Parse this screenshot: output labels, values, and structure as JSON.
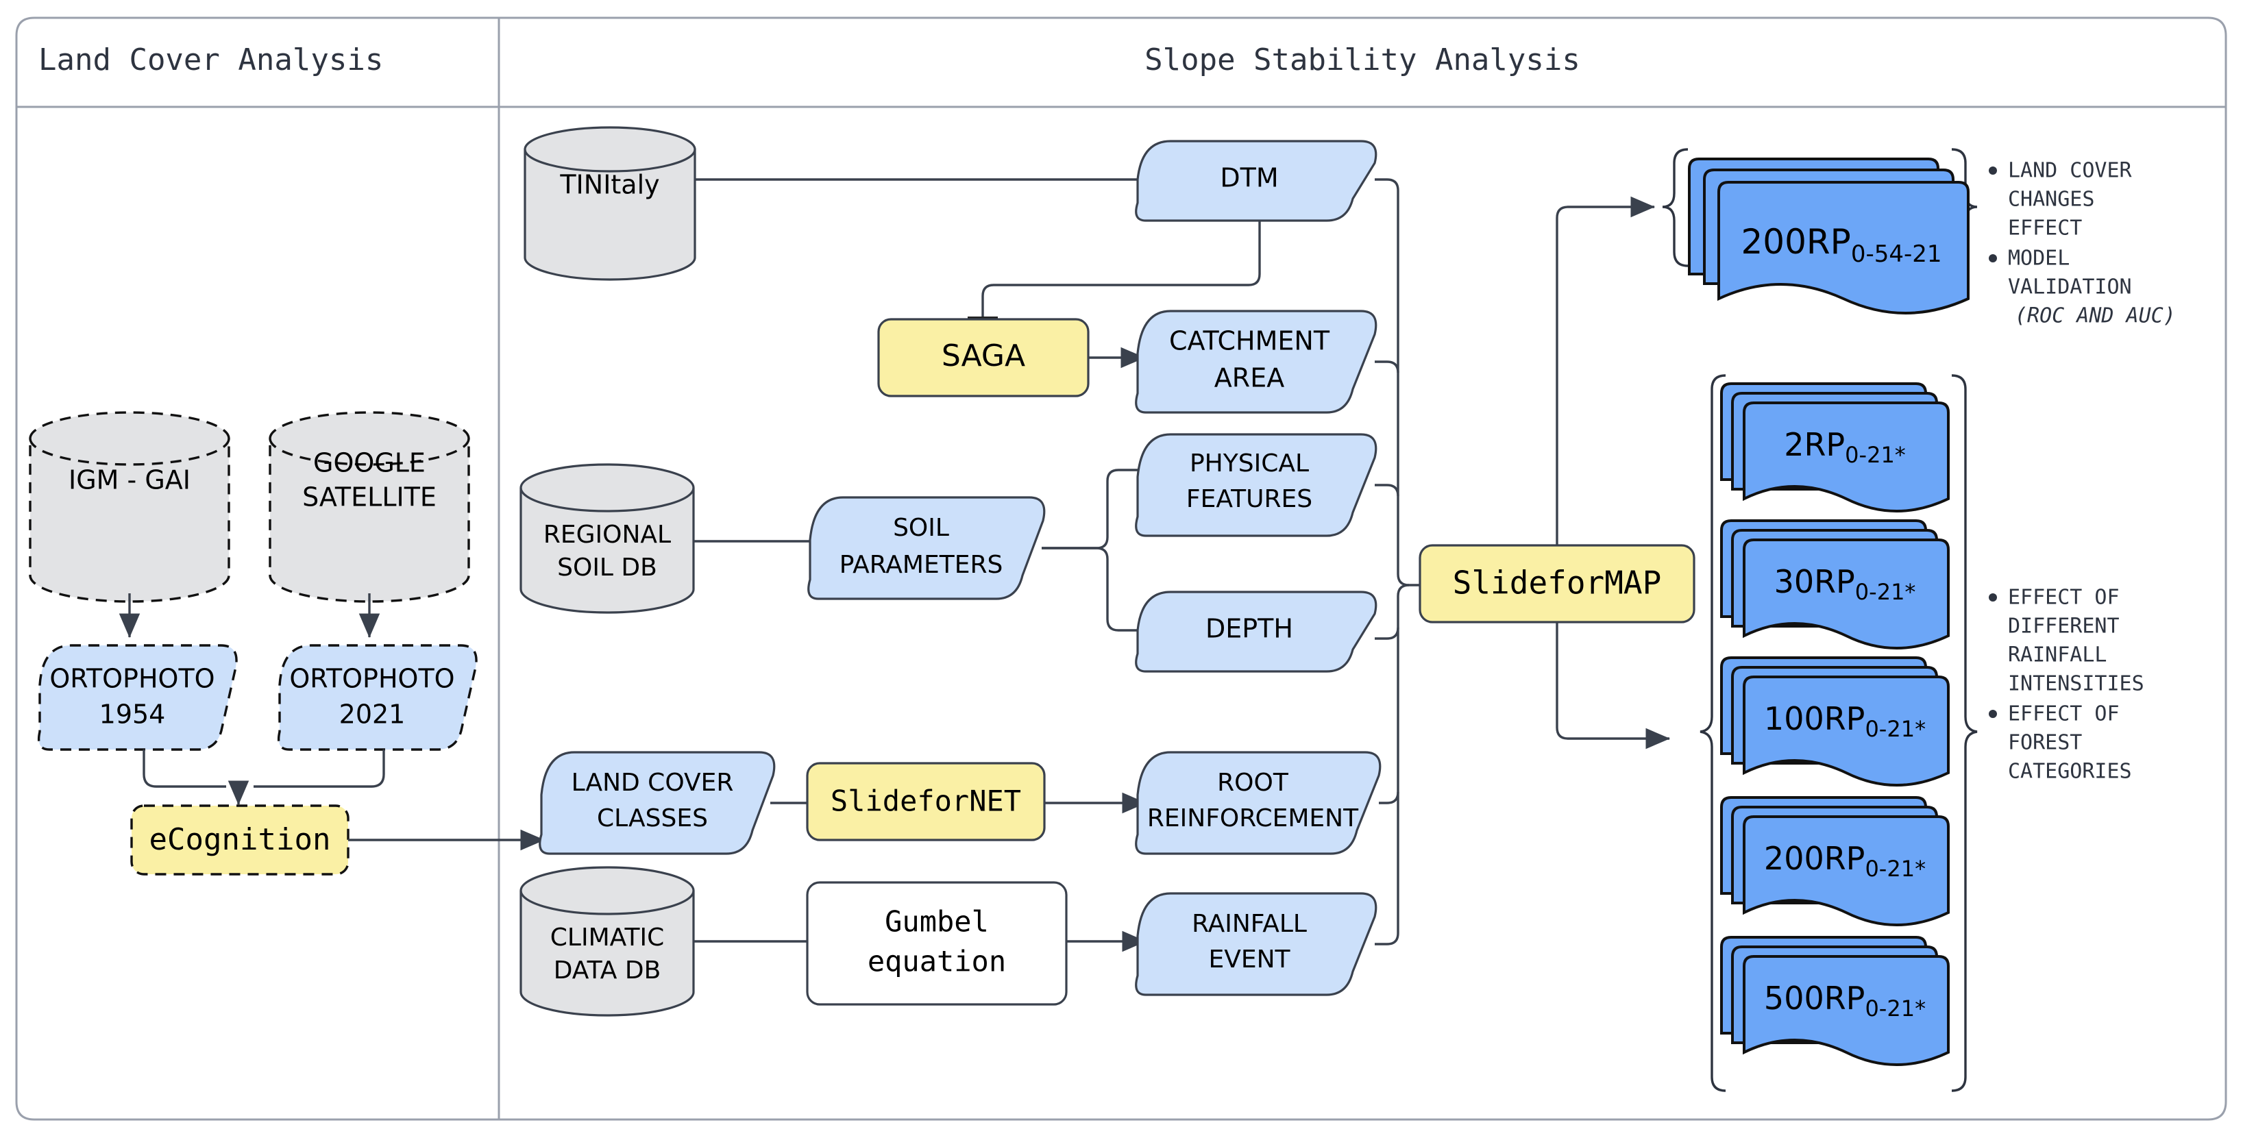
{
  "panels": {
    "left_title": "Land Cover Analysis",
    "right_title": "Slope Stability Analysis"
  },
  "colors": {
    "light_blue": "#cce0fa",
    "yellow": "#faf0a5",
    "grey_db": "#e2e3e5",
    "doc_blue": "#6ca6f7",
    "white": "#ffffff",
    "stroke": "#3a414d",
    "frame": "#9aa0ac",
    "text": "#2e3440"
  },
  "left_panel": {
    "databases": [
      {
        "name": "igm-gai-db",
        "lines": [
          "IGM - GAI"
        ]
      },
      {
        "name": "google-satellite-db",
        "lines": [
          "GOOGLE",
          "SATELLITE"
        ]
      }
    ],
    "data_nodes": [
      {
        "name": "ortophoto-1954",
        "lines": [
          "ORTOPHOTO",
          "1954"
        ]
      },
      {
        "name": "ortophoto-2021",
        "lines": [
          "ORTOPHOTO",
          "2021"
        ]
      }
    ],
    "process": {
      "name": "ecognition-process",
      "label": "eCognition"
    }
  },
  "right_panel": {
    "databases": [
      {
        "name": "tinitaly-db",
        "lines": [
          "TINItaly"
        ]
      },
      {
        "name": "regional-soil-db",
        "lines": [
          "REGIONAL",
          "SOIL DB"
        ]
      },
      {
        "name": "climatic-data-db",
        "lines": [
          "CLIMATIC",
          "DATA DB"
        ]
      }
    ],
    "processes": [
      {
        "name": "saga-process",
        "label": "SAGA",
        "style": "yellow"
      },
      {
        "name": "slidefornet-process",
        "label": "SlideforNET",
        "style": "yellow"
      },
      {
        "name": "gumbel-process",
        "lines": [
          "Gumbel",
          "equation"
        ],
        "style": "white"
      },
      {
        "name": "slideformap-process",
        "label": "SlideforMAP",
        "style": "yellow"
      }
    ],
    "data_nodes": [
      {
        "name": "dtm-node",
        "lines": [
          "DTM"
        ]
      },
      {
        "name": "catchment-area-node",
        "lines": [
          "CATCHMENT",
          "AREA"
        ]
      },
      {
        "name": "soil-parameters-node",
        "lines": [
          "SOIL",
          "PARAMETERS"
        ]
      },
      {
        "name": "physical-features-node",
        "lines": [
          "PHYSICAL",
          "FEATURES"
        ]
      },
      {
        "name": "depth-node",
        "lines": [
          "DEPTH"
        ]
      },
      {
        "name": "land-cover-classes-node",
        "lines": [
          "LAND COVER",
          "CLASSES"
        ]
      },
      {
        "name": "root-reinforcement-node",
        "lines": [
          "ROOT",
          "REINFORCEMENT"
        ]
      },
      {
        "name": "rainfall-event-node",
        "lines": [
          "RAINFALL",
          "EVENT"
        ]
      }
    ]
  },
  "outputs": {
    "validation_group": {
      "name": "validation-output-group",
      "stacks": [
        {
          "name": "output-stack-200rp-0-54-21",
          "base": "200RP",
          "subscript": "0-54-21"
        }
      ],
      "notes": [
        {
          "text": "LAND COVER CHANGES EFFECT",
          "italic": ""
        },
        {
          "text": "MODEL VALIDATION ",
          "italic": "(ROC AND AUC)"
        }
      ]
    },
    "scenario_group": {
      "name": "scenario-output-group",
      "stacks": [
        {
          "name": "output-stack-2rp",
          "base": "2RP",
          "subscript": "0-21*"
        },
        {
          "name": "output-stack-30rp",
          "base": "30RP",
          "subscript": "0-21*"
        },
        {
          "name": "output-stack-100rp",
          "base": "100RP",
          "subscript": "0-21*"
        },
        {
          "name": "output-stack-200rp",
          "base": "200RP",
          "subscript": "0-21*"
        },
        {
          "name": "output-stack-500rp",
          "base": "500RP",
          "subscript": "0-21*"
        }
      ],
      "notes": [
        {
          "text": "EFFECT OF DIFFERENT RAINFALL INTENSITIES",
          "italic": ""
        },
        {
          "text": "EFFECT OF FOREST CATEGORIES",
          "italic": ""
        }
      ]
    }
  },
  "note_lines": {
    "validation": [
      "LAND COVER",
      "CHANGES",
      "EFFECT",
      "MODEL",
      "VALIDATION",
      "(ROC AND AUC)"
    ],
    "scenario": [
      "EFFECT OF",
      "DIFFERENT",
      "RAINFALL",
      "INTENSITIES",
      "EFFECT OF",
      "FOREST",
      "CATEGORIES"
    ]
  }
}
